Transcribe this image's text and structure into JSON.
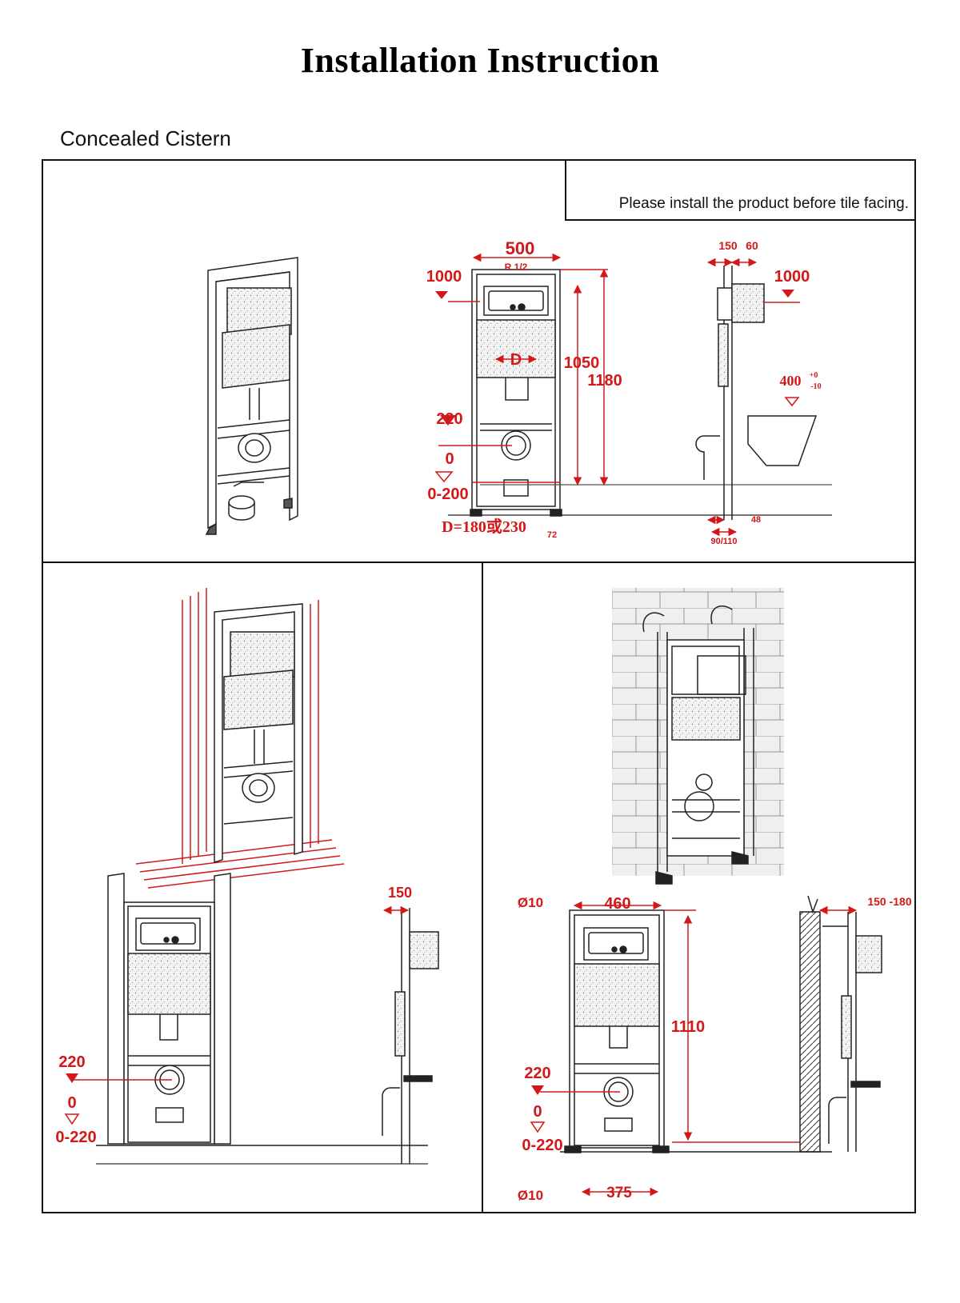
{
  "header": {
    "title": "Installation Instruction",
    "subtitle": "Concealed Cistern"
  },
  "note": "Please install the product before tile facing.",
  "panel_front": {
    "width": "500",
    "pipe": "R 1/2",
    "height_left": "1000",
    "height_mid": "1050",
    "height_total": "1180",
    "d_label": "D",
    "d_label_left": "220",
    "zero": "0",
    "floor_range": "0-200",
    "d_values": "D=180或230",
    "foot_offset": "72"
  },
  "panel_side": {
    "top_a": "150",
    "top_b": "60",
    "height": "1000",
    "bowl_height": "400",
    "bowl_tol_plus": "+0",
    "bowl_tol_minus": "-10",
    "dim_48": "48",
    "dim_base": "90/110"
  },
  "panel_timber": {
    "height_220": "220",
    "zero": "0",
    "floor_range": "0-220",
    "depth": "150"
  },
  "panel_wall": {
    "anchor_top": "Ø10",
    "width": "460",
    "height": "1110",
    "height_220": "220",
    "zero": "0",
    "floor_range": "0-220",
    "base_width": "375",
    "anchor_bottom": "Ø10",
    "depth": "150 -180"
  },
  "colors": {
    "accent": "#d21818",
    "line": "#1a1a1a"
  }
}
